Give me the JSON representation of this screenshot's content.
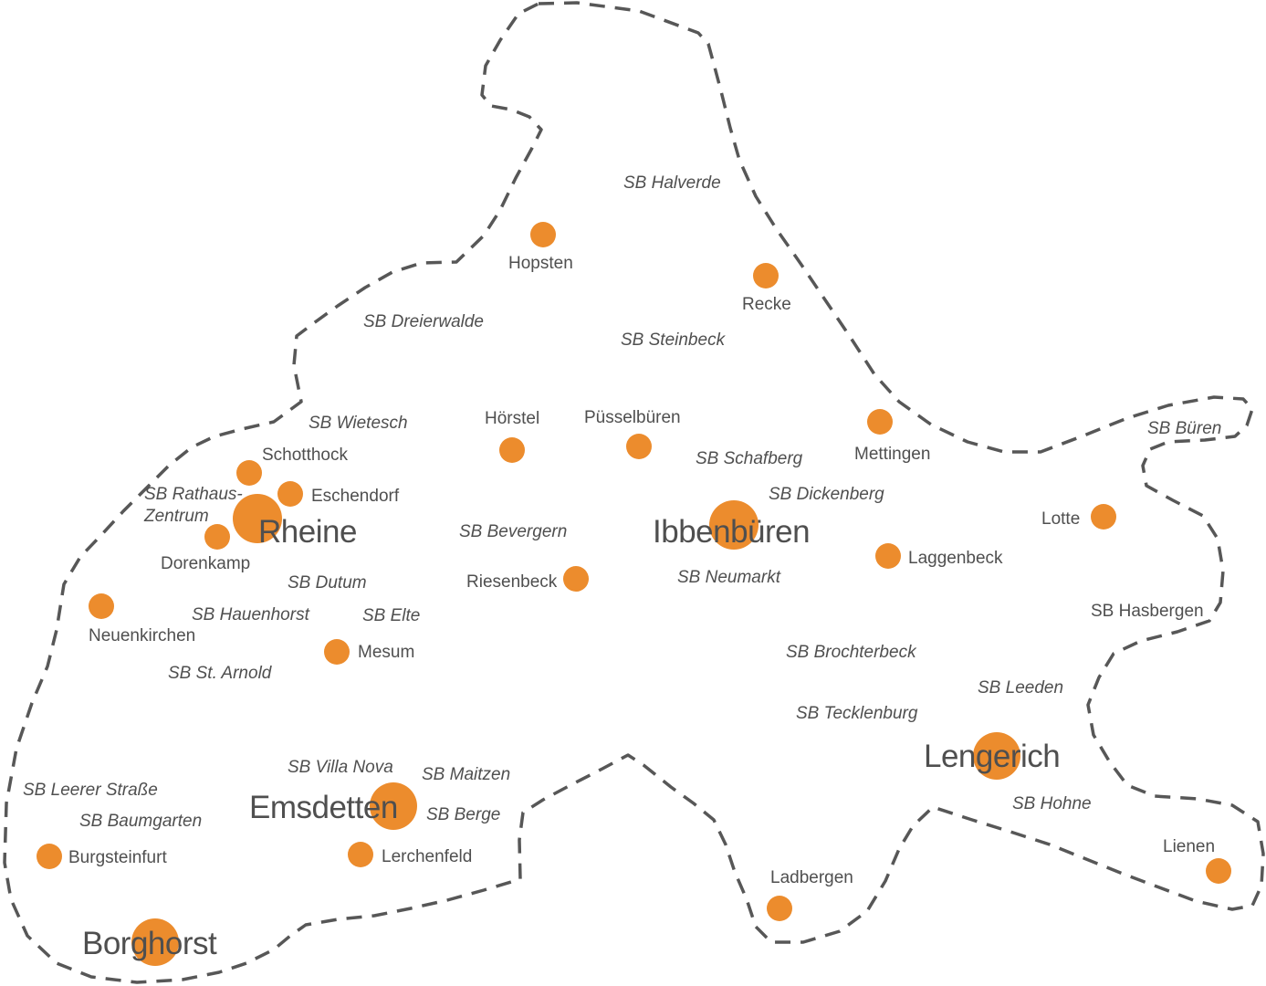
{
  "map": {
    "colors": {
      "dot": "#ec8c2d",
      "text": "#4f4f4f",
      "boundary": "#575757",
      "background": "#ffffff"
    },
    "major_towns": {
      "rheine": "Rheine",
      "ibbenbueren": "Ibbenbüren",
      "emsdetten": "Emsdetten",
      "lengerich": "Lengerich",
      "borghorst": "Borghorst"
    },
    "towns": {
      "hopsten": "Hopsten",
      "recke": "Recke",
      "hoerstel": "Hörstel",
      "puesselbueren": "Püsselbüren",
      "mettingen": "Mettingen",
      "schotthock": "Schotthock",
      "eschendorf": "Eschendorf",
      "dorenkamp": "Dorenkamp",
      "riesenbeck": "Riesenbeck",
      "laggenbeck": "Laggenbeck",
      "lotte": "Lotte",
      "neuenkirchen": "Neuenkirchen",
      "mesum": "Mesum",
      "burgsteinfurt": "Burgsteinfurt",
      "lerchenfeld": "Lerchenfeld",
      "ladbergen": "Ladbergen",
      "lienen": "Lienen"
    },
    "stadtbezirke": {
      "halverde": "SB Halverde",
      "dreierwalde": "SB Dreierwalde",
      "steinbeck": "SB Steinbeck",
      "wietesch": "SB Wietesch",
      "bueren": "SB Büren",
      "schafberg": "SB Schafberg",
      "rathaus_zentrum_line1": "SB Rathaus-",
      "rathaus_zentrum_line2": "Zentrum",
      "dickenberg": "SB Dickenberg",
      "bevergern": "SB Bevergern",
      "dutum": "SB Dutum",
      "neumarkt": "SB Neumarkt",
      "hauenhorst": "SB Hauenhorst",
      "elte": "SB Elte",
      "hasbergen": "SB Hasbergen",
      "brochterbeck": "SB Brochterbeck",
      "st_arnold": "SB St. Arnold",
      "leeden": "SB Leeden",
      "tecklenburg": "SB Tecklenburg",
      "villa_nova": "SB Villa Nova",
      "maitzen": "SB Maitzen",
      "leerer_strasse": "SB Leerer Straße",
      "berge": "SB Berge",
      "hohne": "SB Hohne",
      "baumgarten": "SB Baumgarten"
    }
  }
}
